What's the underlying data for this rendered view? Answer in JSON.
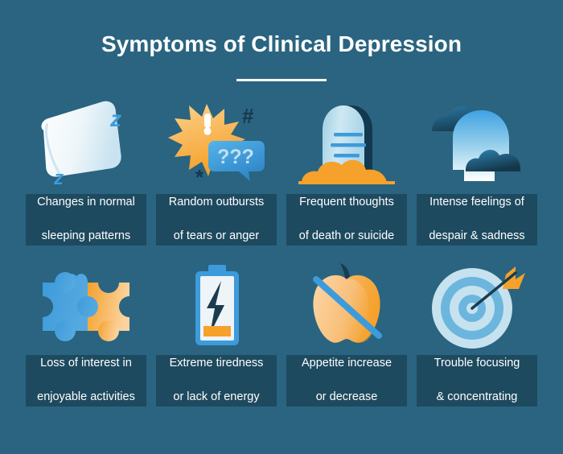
{
  "header": {
    "title": "Symptoms of Clinical Depression"
  },
  "colors": {
    "background": "#2a6480",
    "card": "#1e4a5f",
    "text": "#ffffff",
    "accent_blue": "#3d9bdb",
    "accent_orange": "#f5a12c",
    "light_blue": "#b8dcec",
    "dark_navy": "#123347"
  },
  "items": [
    {
      "icon": "pillow-zzz-icon",
      "icon_text": "z",
      "label_line1": "Changes in normal",
      "label_line2": "sleeping patterns"
    },
    {
      "icon": "starburst-speech-bubble-icon",
      "icon_text": "!",
      "icon_text2": "???",
      "icon_text3": "#",
      "icon_text4": "*",
      "label_line1": "Random outbursts",
      "label_line2": "of tears or anger"
    },
    {
      "icon": "gravestone-icon",
      "label_line1": "Frequent thoughts",
      "label_line2": "of death or suicide"
    },
    {
      "icon": "head-clouds-icon",
      "label_line1": "Intense feelings of",
      "label_line2": "despair & sadness"
    },
    {
      "icon": "puzzle-pieces-icon",
      "label_line1": "Loss of interest in",
      "label_line2": "enjoyable activities"
    },
    {
      "icon": "low-battery-icon",
      "label_line1": "Extreme tiredness",
      "label_line2": "or lack of energy"
    },
    {
      "icon": "apple-slash-icon",
      "label_line1": "Appetite increase",
      "label_line2": "or decrease"
    },
    {
      "icon": "target-arrow-icon",
      "label_line1": "Trouble focusing",
      "label_line2": "& concentrating"
    }
  ]
}
